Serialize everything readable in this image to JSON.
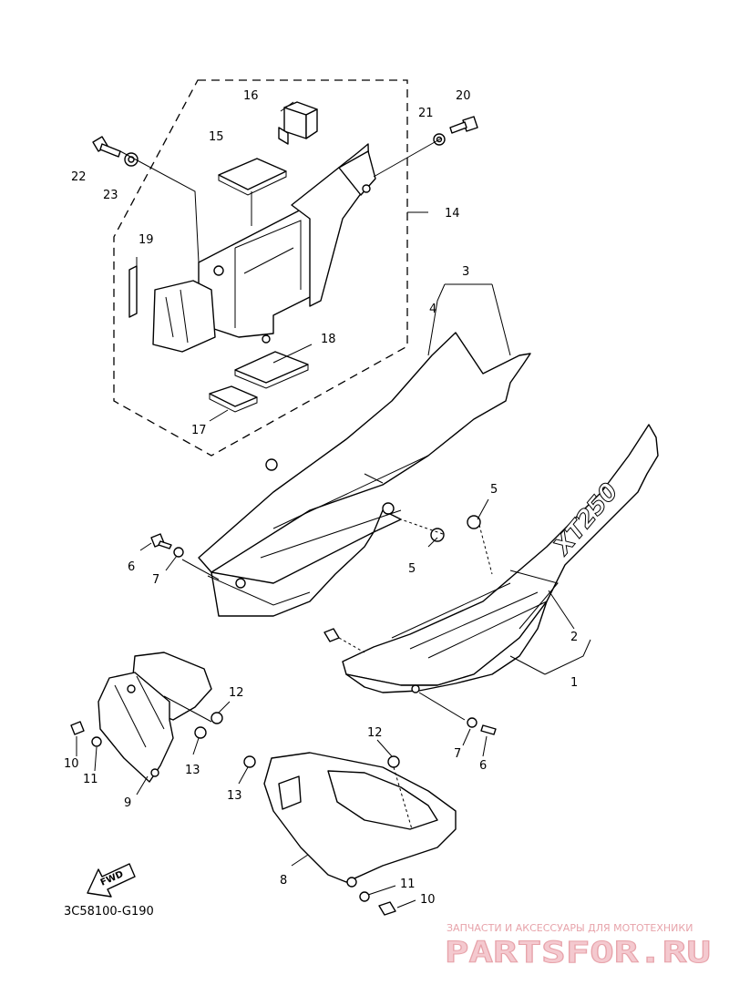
{
  "diagram": {
    "code": "3C58100-G190",
    "fwd_label": "FWD",
    "decal_text": "XT250",
    "callouts": [
      {
        "id": "c22",
        "label": "22"
      },
      {
        "id": "c23",
        "label": "23"
      },
      {
        "id": "c16",
        "label": "16"
      },
      {
        "id": "c15",
        "label": "15"
      },
      {
        "id": "c21",
        "label": "21"
      },
      {
        "id": "c20",
        "label": "20"
      },
      {
        "id": "c14",
        "label": "14"
      },
      {
        "id": "c19",
        "label": "19"
      },
      {
        "id": "c18",
        "label": "18"
      },
      {
        "id": "c17",
        "label": "17"
      },
      {
        "id": "c3",
        "label": "3"
      },
      {
        "id": "c4",
        "label": "4"
      },
      {
        "id": "c5a",
        "label": "5"
      },
      {
        "id": "c5b",
        "label": "5"
      },
      {
        "id": "c6a",
        "label": "6"
      },
      {
        "id": "c7a",
        "label": "7"
      },
      {
        "id": "c2",
        "label": "2"
      },
      {
        "id": "c1",
        "label": "1"
      },
      {
        "id": "c12a",
        "label": "12"
      },
      {
        "id": "c13a",
        "label": "13"
      },
      {
        "id": "c10a",
        "label": "10"
      },
      {
        "id": "c11a",
        "label": "11"
      },
      {
        "id": "c9",
        "label": "9"
      },
      {
        "id": "c7b",
        "label": "7"
      },
      {
        "id": "c6b",
        "label": "6"
      },
      {
        "id": "c12b",
        "label": "12"
      },
      {
        "id": "c13b",
        "label": "13"
      },
      {
        "id": "c8",
        "label": "8"
      },
      {
        "id": "c11b",
        "label": "11"
      },
      {
        "id": "c10b",
        "label": "10"
      }
    ]
  },
  "watermark": {
    "tagline": "ЗАПЧАСТИ И АКСЕССУАРЫ ДЛЯ МОТОТЕХНИКИ",
    "brand": "PARTSFOR.RU"
  },
  "colors": {
    "line": "#000000",
    "background": "#ffffff",
    "watermark": "#e7a3aa"
  }
}
